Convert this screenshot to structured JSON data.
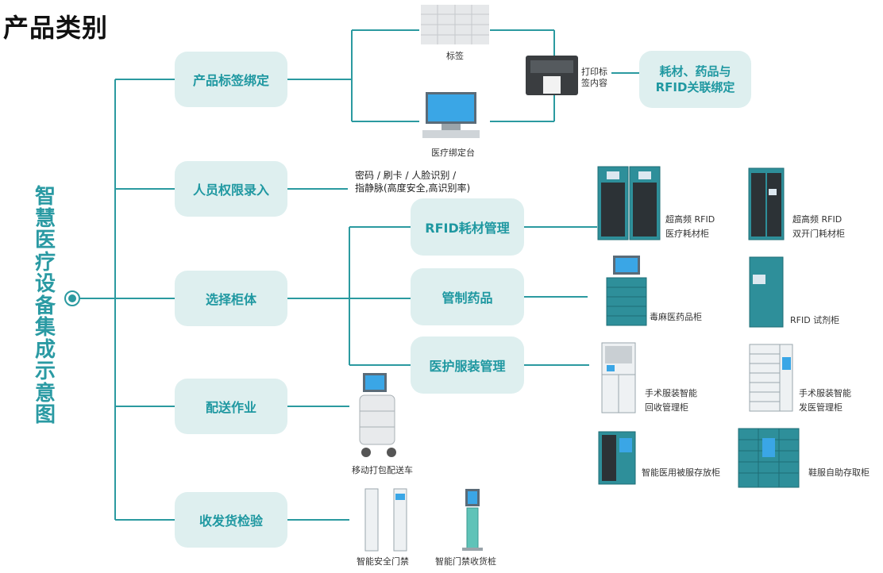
{
  "title": "产品类别",
  "vertical_title": "智慧医疗设备集成示意图",
  "categories": [
    {
      "label": "产品标签绑定"
    },
    {
      "label": "人员权限录入"
    },
    {
      "label": "选择柜体"
    },
    {
      "label": "配送作业"
    },
    {
      "label": "收发货检验"
    }
  ],
  "sub_categories": [
    {
      "label": "RFID耗材管理"
    },
    {
      "label": "管制药品"
    },
    {
      "label": "医护服装管理"
    }
  ],
  "binding": {
    "tag_label": "标签",
    "station_label": "医疗绑定台",
    "printer_label_l1": "打印标",
    "printer_label_l2": "签内容",
    "result_l1": "耗材、药品与",
    "result_l2": "RFID关联绑定"
  },
  "auth": {
    "line1": "密码 / 刷卡 / 人脸识别 /",
    "line2": "指静脉(高度安全,高识别率)"
  },
  "products": {
    "rfid_cabinet_1": {
      "l1": "超高频 RFID",
      "l2": "医疗耗材柜"
    },
    "rfid_cabinet_2": {
      "l1": "超高频 RFID",
      "l2": "双开门耗材柜"
    },
    "narcotic_cabinet": {
      "l1": "毒麻医药品柜"
    },
    "reagent_cabinet": {
      "l1": "RFID 试剂柜"
    },
    "gown_return": {
      "l1": "手术服装智能",
      "l2": "回收管理柜"
    },
    "gown_dispense": {
      "l1": "手术服装智能",
      "l2": "发医管理柜"
    },
    "bedding_cabinet": {
      "l1": "智能医用被服存放柜"
    },
    "shoe_cabinet": {
      "l1": "鞋服自助存取柜"
    },
    "delivery_cart": {
      "l1": "移动打包配送车"
    },
    "security_gate": {
      "l1": "智能安全门禁"
    },
    "gate_receiver": {
      "l1": "智能门禁收货桩"
    }
  },
  "colors": {
    "accent": "#2a9aa3",
    "pill_bg": "#deefef",
    "line": "#2b9aa0"
  }
}
